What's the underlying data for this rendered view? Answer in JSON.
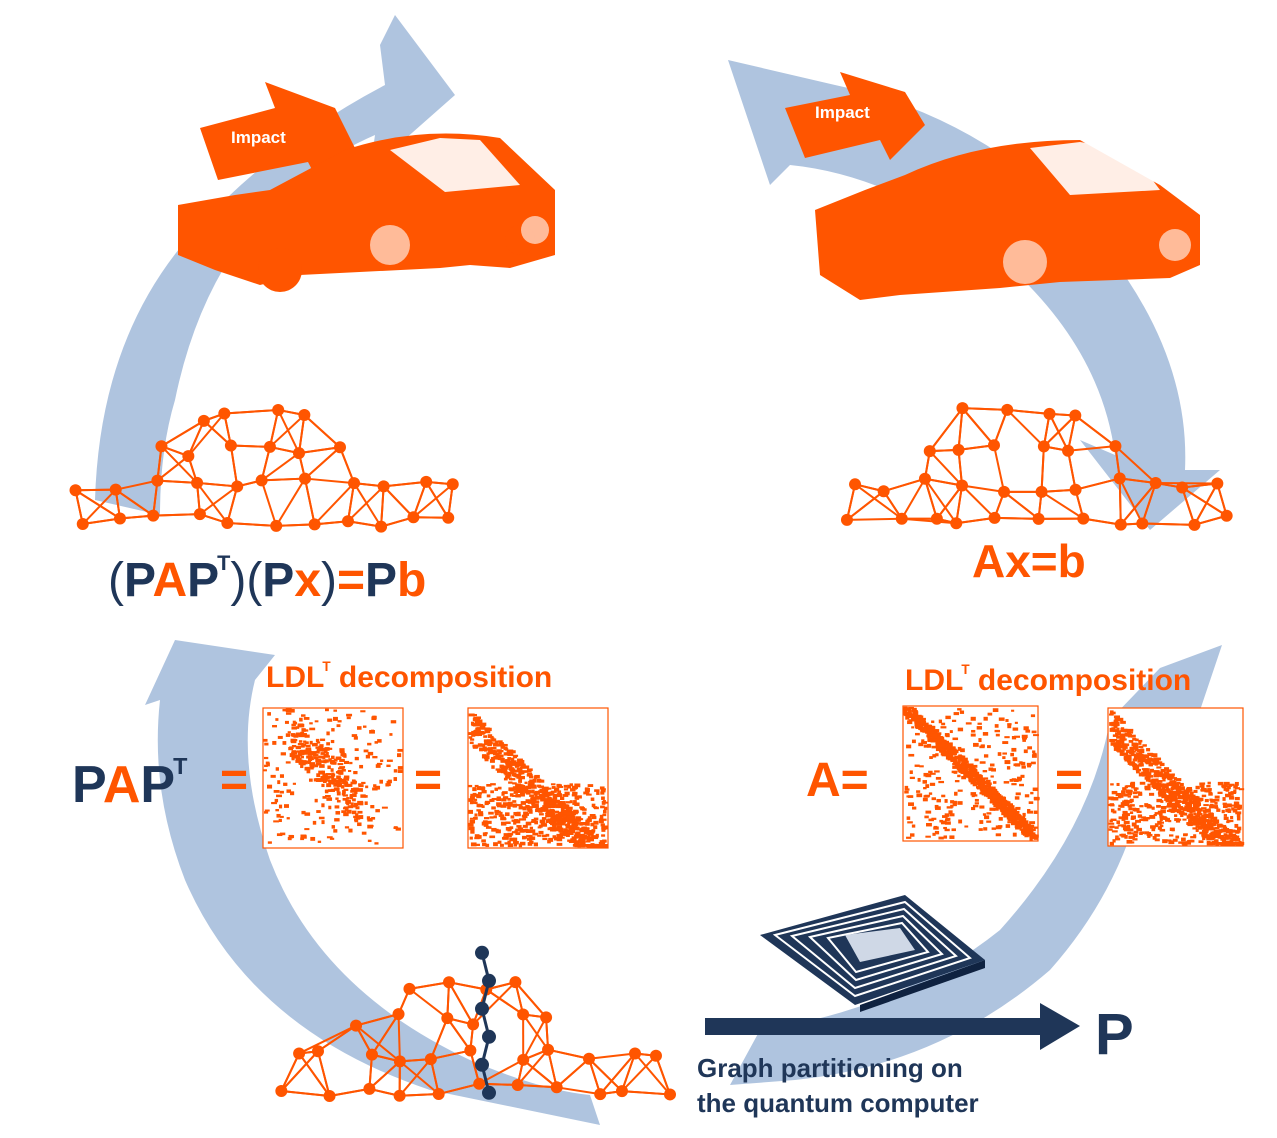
{
  "impact_left": "Impact",
  "impact_right": "Impact",
  "eq_left": {
    "open1": "(",
    "P1": "P",
    "A": "A",
    "P2": "P",
    "T": "T",
    "close1": ")",
    "open2": "(",
    "P3": "P",
    "x": "x",
    "close2": ")",
    "eq": "=",
    "P4": "P",
    "b": "b"
  },
  "eq_right": "Ax=b",
  "ldl_left": {
    "label": "LDL",
    "T": "T",
    "rest": " decomposition"
  },
  "ldl_right": {
    "label": "LDL",
    "T": "T",
    "rest": " decomposition"
  },
  "pap_left": {
    "P1": "P",
    "A": "A",
    "P2": "P",
    "T": "T",
    "eq1": "=",
    "eq2": "="
  },
  "a_right": {
    "label": "A=",
    "eq2": "="
  },
  "p_output": "P",
  "caption": {
    "line1": "Graph partitioning on",
    "line2": "the quantum computer"
  },
  "colors": {
    "orange": "#FF5500",
    "navy": "#1F3658",
    "arrow_blue": "#AFC4DF"
  },
  "icons": [
    "impact-arrow-icon",
    "car-icon",
    "mesh-graph-icon",
    "sparse-matrix-icon",
    "quantum-chip-icon",
    "arrow-right-icon"
  ]
}
